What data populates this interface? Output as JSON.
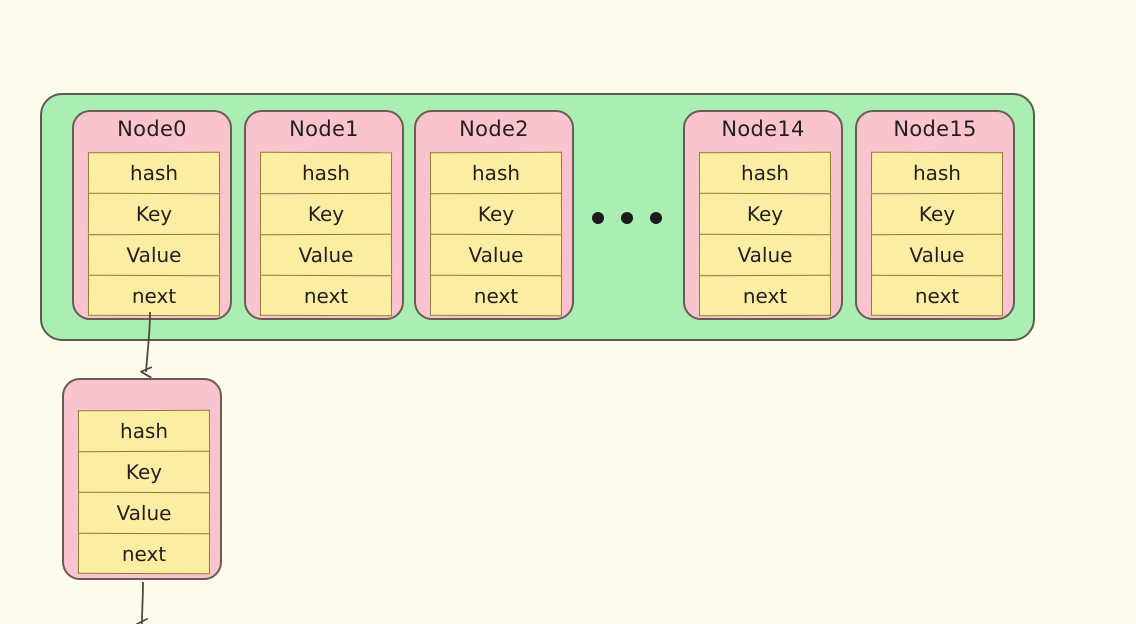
{
  "diagram": {
    "title": "HashMap bucket array with chained node",
    "background_color": "#fdfbec",
    "colors": {
      "bucket_array_fill": "#abeeb4",
      "node_fill": "#f9c4ce",
      "field_fill": "#fbeda1",
      "stroke": "#6b5b52",
      "text": "#231f20"
    }
  },
  "bucket_array": {
    "name": "node-array",
    "nodes": [
      {
        "title": "Node0",
        "fields": [
          "hash",
          "Key",
          "Value",
          "next"
        ]
      },
      {
        "title": "Node1",
        "fields": [
          "hash",
          "Key",
          "Value",
          "next"
        ]
      },
      {
        "title": "Node2",
        "fields": [
          "hash",
          "Key",
          "Value",
          "next"
        ]
      },
      {
        "title": "Node14",
        "fields": [
          "hash",
          "Key",
          "Value",
          "next"
        ]
      },
      {
        "title": "Node15",
        "fields": [
          "hash",
          "Key",
          "Value",
          "next"
        ]
      }
    ],
    "ellipsis": "•••",
    "ellipsis_dots": [
      "•",
      "•",
      "•"
    ]
  },
  "overflow_node": {
    "name": "chained-node",
    "title": "",
    "fields": [
      "hash",
      "Key",
      "Value",
      "next"
    ]
  },
  "arrows": [
    {
      "name": "node0-next-to-chained-node",
      "from": "Node0.next",
      "to": "chained-node"
    },
    {
      "name": "chained-node-next-outgoing",
      "from": "chained-node.next",
      "to": ""
    }
  ]
}
